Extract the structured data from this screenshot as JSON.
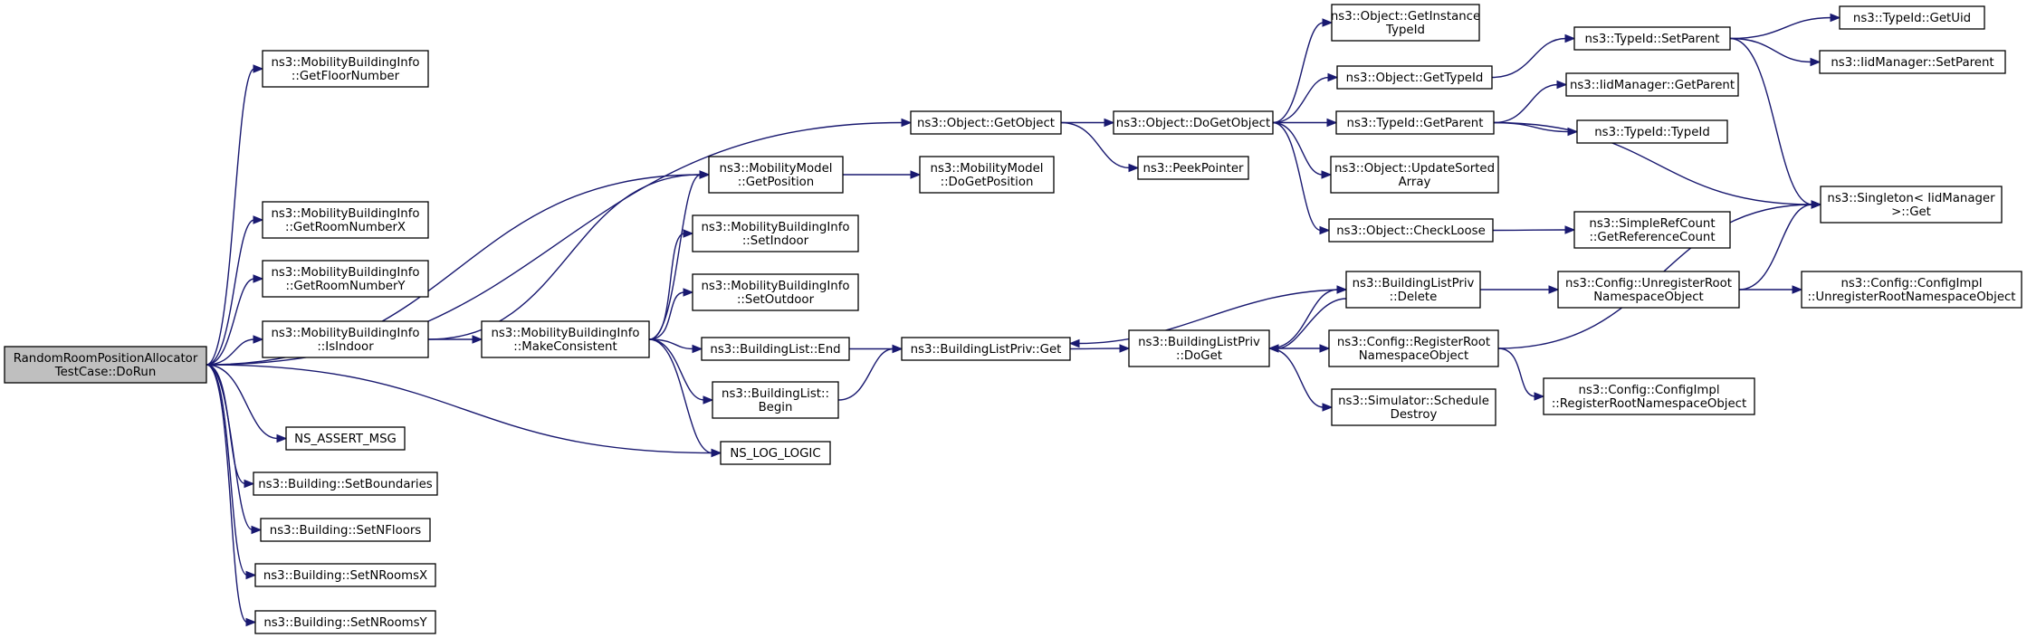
{
  "nodes": {
    "root": [
      "RandomRoomPositionAllocator",
      "TestCase::DoRun"
    ],
    "mbi_getfloor": [
      "ns3::MobilityBuildingInfo",
      "::GetFloorNumber"
    ],
    "mbi_getroomx": [
      "ns3::MobilityBuildingInfo",
      "::GetRoomNumberX"
    ],
    "mbi_getroomy": [
      "ns3::MobilityBuildingInfo",
      "::GetRoomNumberY"
    ],
    "mbi_isindoor": [
      "ns3::MobilityBuildingInfo",
      "::IsIndoor"
    ],
    "ns_assert": [
      "NS_ASSERT_MSG"
    ],
    "b_setbounds": [
      "ns3::Building::SetBoundaries"
    ],
    "b_setnfloors": [
      "ns3::Building::SetNFloors"
    ],
    "b_setnroomsx": [
      "ns3::Building::SetNRoomsX"
    ],
    "b_setnroomsy": [
      "ns3::Building::SetNRoomsY"
    ],
    "mbi_makeconsistent": [
      "ns3::MobilityBuildingInfo",
      "::MakeConsistent"
    ],
    "mm_getposition": [
      "ns3::MobilityModel",
      "::GetPosition"
    ],
    "mbi_setindoor": [
      "ns3::MobilityBuildingInfo",
      "::SetIndoor"
    ],
    "mbi_setoutdoor": [
      "ns3::MobilityBuildingInfo",
      "::SetOutdoor"
    ],
    "bl_end": [
      "ns3::BuildingList::End"
    ],
    "bl_begin": [
      "ns3::BuildingList::",
      "Begin"
    ],
    "ns_log_logic": [
      "NS_LOG_LOGIC"
    ],
    "obj_getobject": [
      "ns3::Object::GetObject"
    ],
    "mm_dogetposition": [
      "ns3::MobilityModel",
      "::DoGetPosition"
    ],
    "blp_get": [
      "ns3::BuildingListPriv::Get"
    ],
    "obj_dogetobject": [
      "ns3::Object::DoGetObject"
    ],
    "peekpointer": [
      "ns3::PeekPointer"
    ],
    "blp_doget": [
      "ns3::BuildingListPriv",
      "::DoGet"
    ],
    "obj_getinstancetypeid": [
      "ns3::Object::GetInstance",
      "TypeId"
    ],
    "obj_gettypeid": [
      "ns3::Object::GetTypeId"
    ],
    "typeid_getparent": [
      "ns3::TypeId::GetParent"
    ],
    "obj_updatesortedarray": [
      "ns3::Object::UpdateSorted",
      "Array"
    ],
    "obj_checkloose": [
      "ns3::Object::CheckLoose"
    ],
    "blp_delete": [
      "ns3::BuildingListPriv",
      "::Delete"
    ],
    "cfg_registerroot": [
      "ns3::Config::RegisterRoot",
      "NamespaceObject"
    ],
    "sim_scheduledestroy": [
      "ns3::Simulator::Schedule",
      "Destroy"
    ],
    "typeid_setparent": [
      "ns3::TypeId::SetParent"
    ],
    "iid_getparent": [
      "ns3::IidManager::GetParent"
    ],
    "typeid_typeid": [
      "ns3::TypeId::TypeId"
    ],
    "src_getrefcount": [
      "ns3::SimpleRefCount",
      "::GetReferenceCount"
    ],
    "cfg_unregisterroot": [
      "ns3::Config::UnregisterRoot",
      "NamespaceObject"
    ],
    "cfgimpl_registerroot": [
      "ns3::Config::ConfigImpl",
      "::RegisterRootNamespaceObject"
    ],
    "typeid_getuid": [
      "ns3::TypeId::GetUid"
    ],
    "iid_setparent": [
      "ns3::IidManager::SetParent"
    ],
    "singleton_get": [
      "ns3::Singleton< IidManager",
      " >::Get"
    ],
    "cfgimpl_unregisterroot": [
      "ns3::Config::ConfigImpl",
      "::UnregisterRootNamespaceObject"
    ]
  },
  "colors": {
    "edge": "#191970",
    "root_fill": "#bfbfbf",
    "node_fill": "#ffffff",
    "node_border": "#000000"
  }
}
